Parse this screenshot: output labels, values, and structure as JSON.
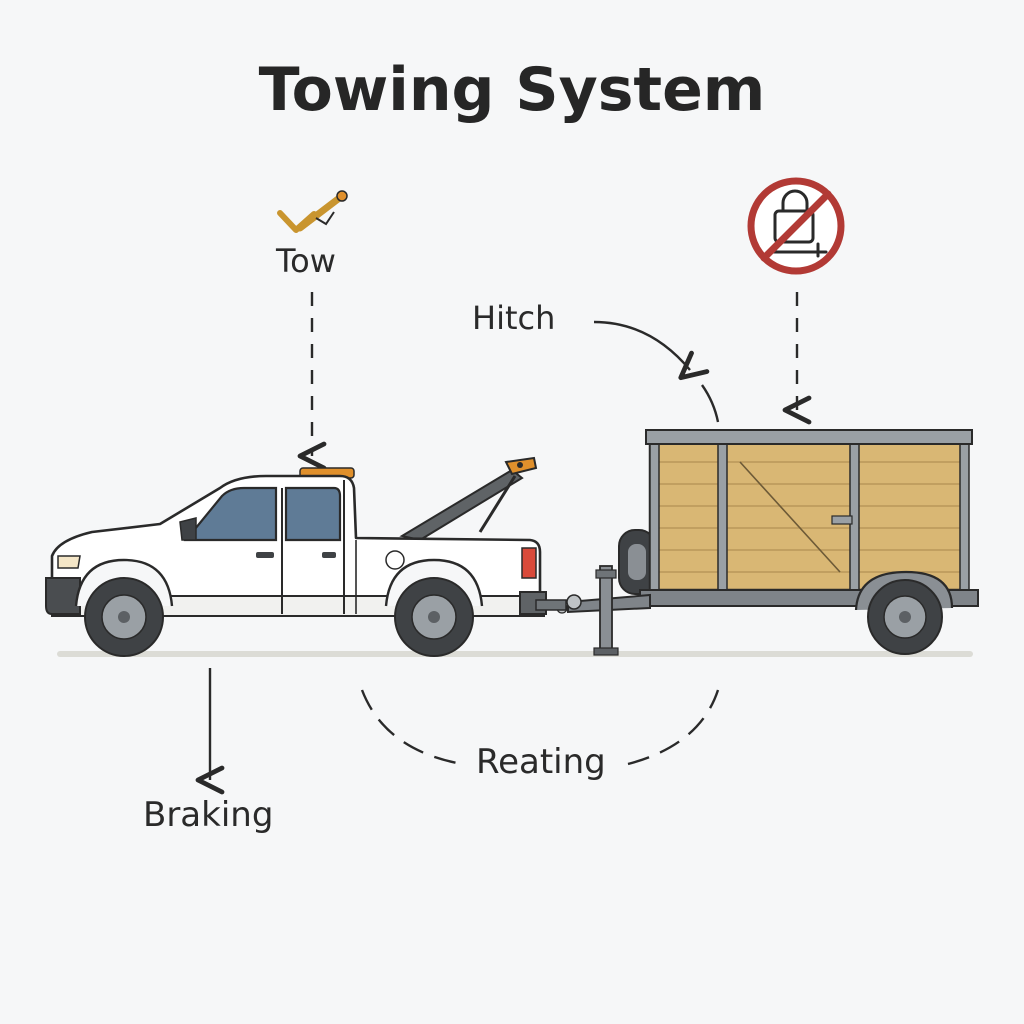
{
  "diagram": {
    "title": "Towing System",
    "labels": {
      "tow": "Tow",
      "hitch": "Hitch",
      "reating": "Reating",
      "braking": "Braking"
    },
    "icons": {
      "tow": "tow-hook-check-icon",
      "no_sign": "prohibited-lock-icon"
    },
    "colors": {
      "background": "#f6f7f8",
      "ink": "#2a2a2a",
      "truck_body": "#ffffff",
      "truck_window": "#5f7b96",
      "accent_orange": "#e0902c",
      "trailer_wood": "#d9b774",
      "trailer_frame": "#7f8489",
      "prohibited_red": "#b23a35",
      "tire": "#4a4d50"
    }
  }
}
